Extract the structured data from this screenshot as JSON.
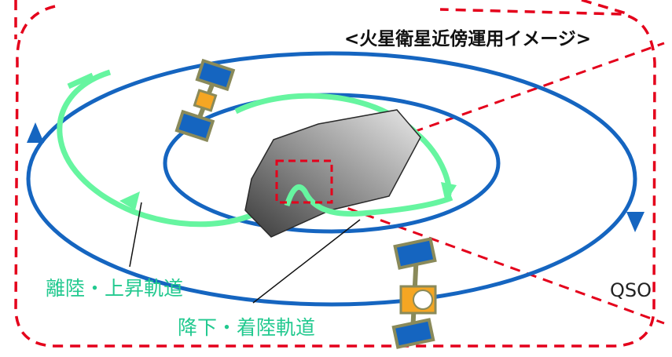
{
  "title": "<火星衛星近傍運用イメージ>",
  "labels": {
    "ascent": "離陸・上昇軌道",
    "descent": "降下・着陸軌道",
    "qso": "QSO"
  },
  "colors": {
    "orbit": "#1565c0",
    "trajectory": "#66f5a0",
    "frame": "#e4001b",
    "label_green": "#22c98f"
  }
}
